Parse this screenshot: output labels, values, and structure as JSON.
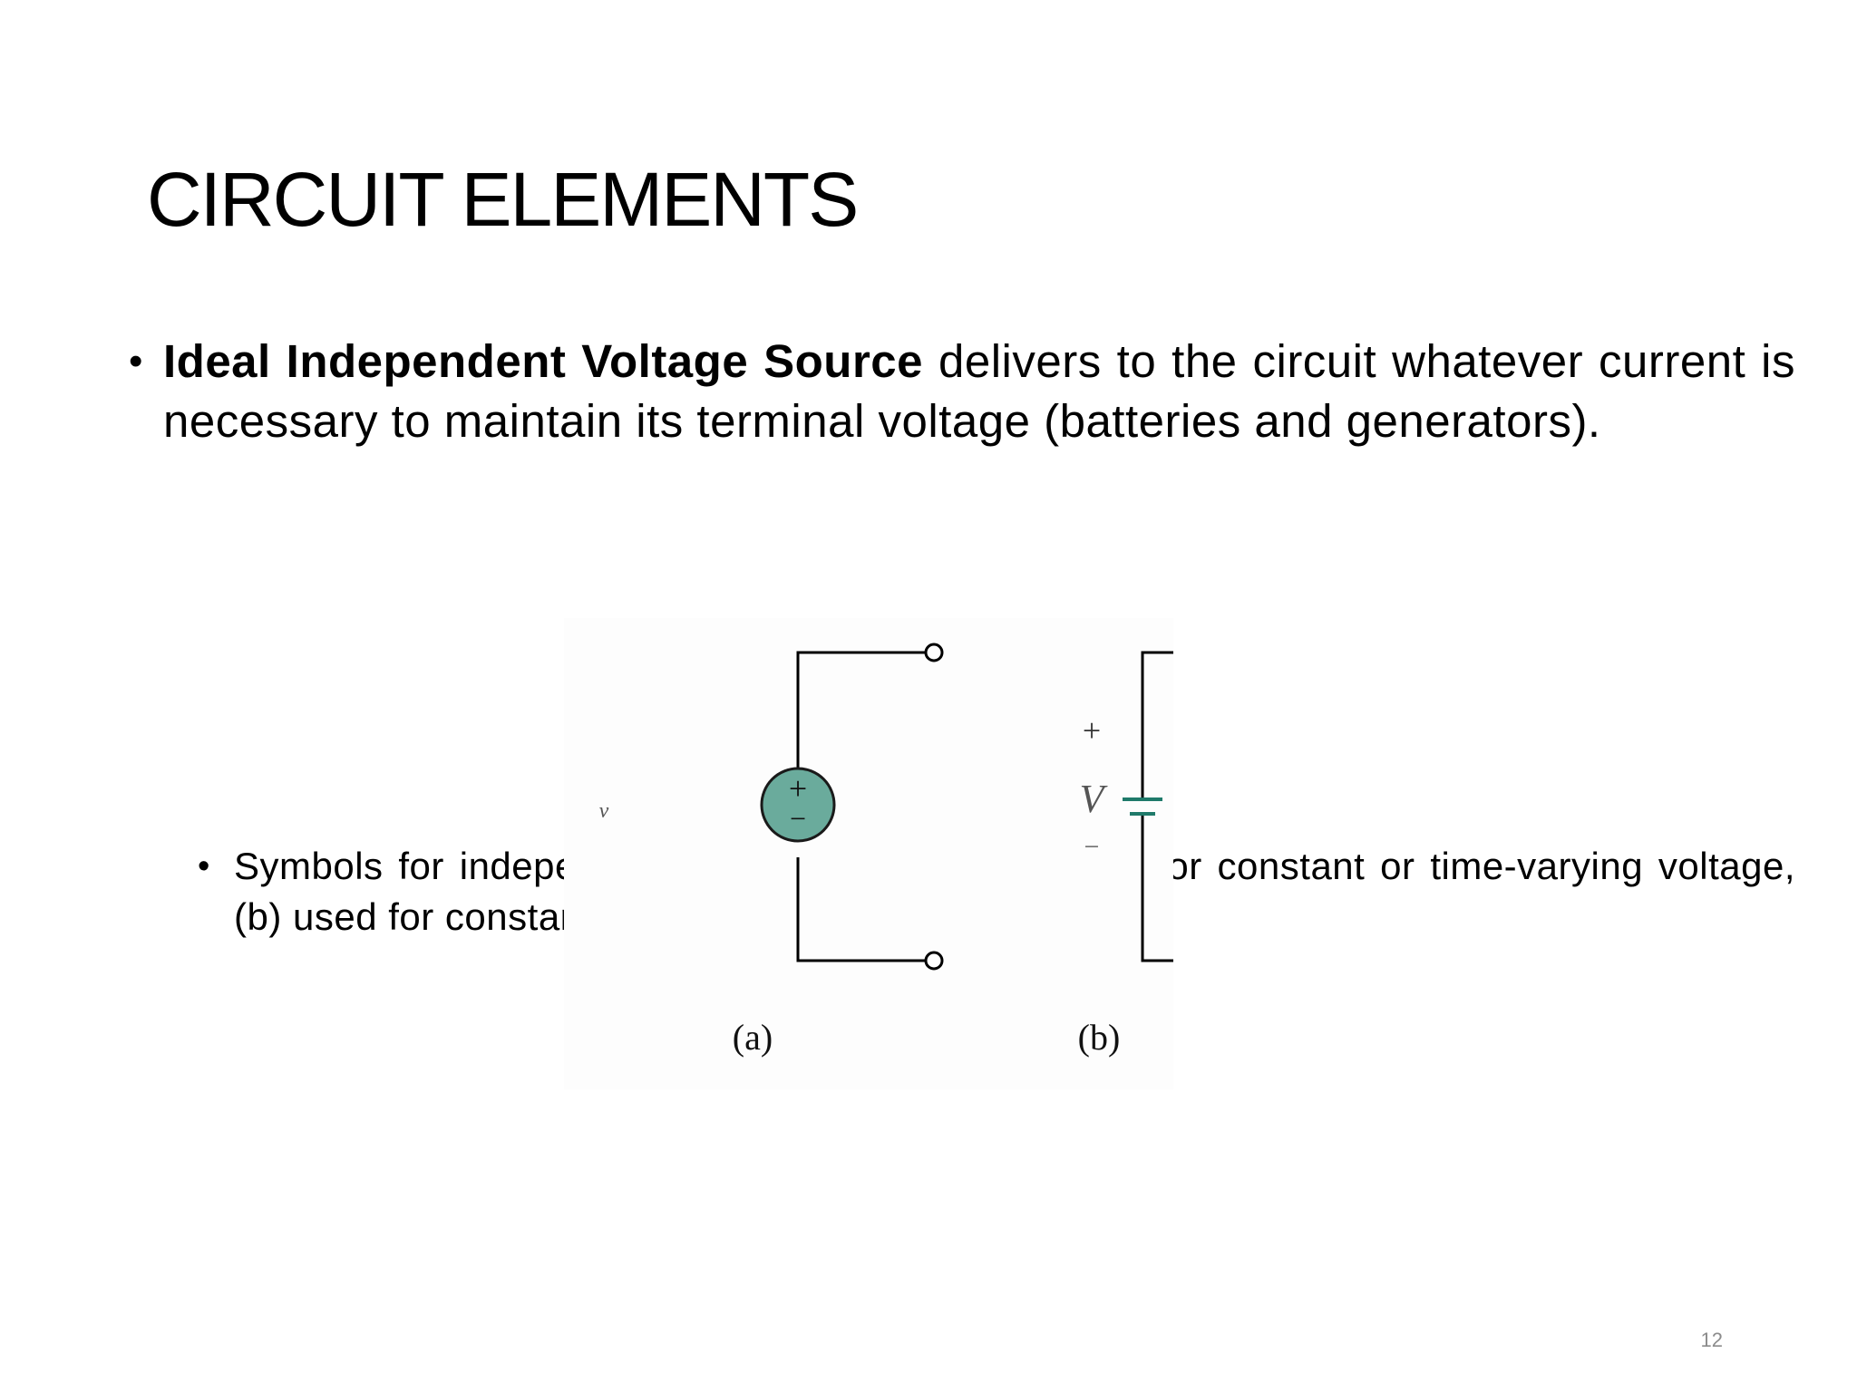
{
  "slide": {
    "title": "CIRCUIT ELEMENTS",
    "page_number": "12"
  },
  "bullet_main": {
    "bullet": "•",
    "bold_lead": "Ideal Independent Voltage Source",
    "text": " delivers to the circuit whatever current is necessary to maintain its terminal voltage (batteries and generators)."
  },
  "bullet_sub": {
    "bullet": "•",
    "text": "Symbols for independent voltage sources: (a) used for constant or time-varying voltage, (b) used for constant voltage (dc)."
  },
  "figure": {
    "a": {
      "caption": "(a)",
      "source_label": "v",
      "plus": "+",
      "minus": "−"
    },
    "b": {
      "caption": "(b)",
      "source_label": "V",
      "plus": "+",
      "minus": "−"
    },
    "colors": {
      "source_fill": "#6aab9c",
      "battery_plates": "#1f7a6a",
      "wire": "#000000"
    }
  }
}
